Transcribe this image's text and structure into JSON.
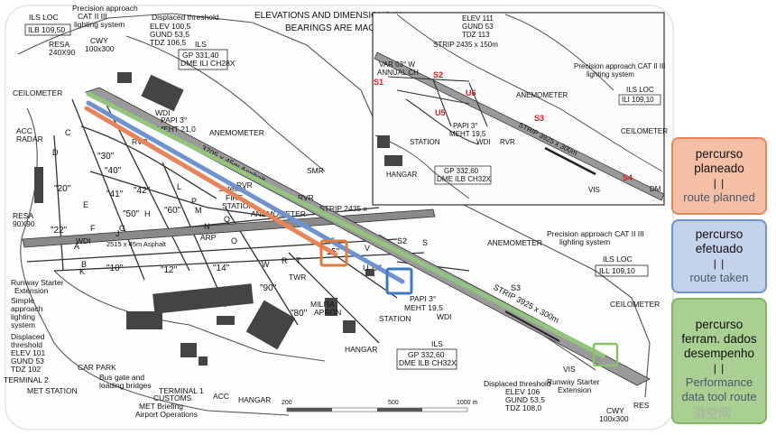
{
  "map": {
    "header": {
      "line1": "ELEVATIONS AND DIMENSIONS IN",
      "line2": "BEARINGS ARE MAGNET"
    },
    "labels": {
      "ils_loc_nw": "ILS LOC",
      "ils_loc_nw_freq": "ILB 109,50",
      "precision_approach_nw": "Precision approach",
      "precision_cat_nw": "CAT II  III",
      "precision_lighting_nw": "lighting system",
      "displaced_threshold_nw": "Displaced threshold",
      "elev_nw": "ELEV 100,5",
      "gund_nw": "GUND 53,5",
      "tdz_nw": "TDZ 106,5",
      "resa_nw": "RESA",
      "resa_nw_dim": "240X90",
      "cwy_nw": "CWY",
      "cwy_nw_dim": "100x300",
      "ils_gp_nw": "ILS",
      "ils_gp_nw_freq": "GP 331,40",
      "ils_dme_nw": "DME ILI CH28X",
      "ceilometer_nw": "CEILOMETER",
      "acc_radar": "ACC",
      "acc_radar2": "RADAR",
      "wdi_nw": "WDI",
      "papi_nw": "PAPI 3°",
      "meht_nw": "MEHT 21,0",
      "anemometer_nw": "ANEMOMETER",
      "rwy_main": "3705 x 45m Asphalt",
      "satellite": "Satellite",
      "fire_station": "FIRE",
      "fire_station2": "STATION",
      "anemometer_mid": "ANEMOMETER",
      "smr": "SMR",
      "rvr_1": "RVR",
      "rvr_2": "RVR",
      "rvr_3": "RVR",
      "strip_main": "STRIP 2435 x",
      "resa_w": "RESA",
      "resa_w_dim": "90X90",
      "wdi_w": "WDI",
      "arp": "ARP",
      "rwy_2": "2515 x 45m Asphalt",
      "runway_starter_w": "Runway Starter",
      "runway_starter_w2": "Extension",
      "simple_approach": "Simple",
      "simple_approach2": "approach",
      "simple_approach3": "lighting",
      "simple_approach4": "system",
      "displaced_threshold_sw": "Displaced",
      "displaced_threshold_sw2": "threshold",
      "elev_sw": "ELEV 101",
      "gund_sw": "GUND 53",
      "tdz_sw": "TDZ 102",
      "terminal_2": "TERMINAL 2",
      "car_park": "CAR PARK",
      "met_station": "MET STATION",
      "bus_gate": "Bus gate and",
      "bus_gate2": "loading bridges",
      "terminal_1": "TERMINAL 1",
      "customs": "CUSTOMS",
      "met_briefing": "MET Briefing",
      "airport_ops": "Airport Operations",
      "acc_s": "ACC",
      "hangar_s": "HANGAR",
      "twr": "TWR",
      "military_apron": "MILITA",
      "military_apron2": "APRON",
      "hangar_mid": "HANGAR",
      "papi_se": "PAPI 3°",
      "meht_se": "MEHT 19,5",
      "wdi_se": "WDI",
      "station_se": "STATION",
      "ils_gp_se": "ILS",
      "ils_gp_se_freq": "GP 332,60",
      "ils_dme_se": "DME ILB CH32X",
      "precision_approach_se": "Precision approach CAT II  III",
      "precision_lighting_se": "lighting system",
      "anemometer_se": "ANEMOMETER",
      "ils_loc_se": "ILS LOC",
      "ils_loc_se_freq": "ILL 109,10",
      "ceilometer_se": "CEILOMETER",
      "strip_se": "STRIP 3925 x 300m",
      "vis_se": "VIS",
      "displaced_threshold_se": "Displaced threshold",
      "elev_se": "ELEV 106",
      "gund_se": "GUND 53,5",
      "tdz_se": "TDZ 108,0",
      "runway_starter_se": "Runway Starter",
      "runway_starter_se2": "Extension",
      "cwy_se": "CWY",
      "cwy_se_dim": "100x300",
      "resa_se": "RES",
      "scale_a": "200",
      "scale_b": "500",
      "scale_c": "1000 m"
    },
    "inset": {
      "elev": "ELEV 111",
      "gund": "GUND 53",
      "tdz": "TDZ 113",
      "strip": "STRIP 2435 x 150m",
      "var": "VAR 03° W",
      "var2": "ANNUAL CH",
      "s1": "S1",
      "s2": "S2",
      "s3": "S3",
      "s4": "S4",
      "u5": "U5",
      "u6": "U6",
      "anemometer": "ANEMOMETER",
      "precision": "Precision approach CAT II  III",
      "precision2": "lighting system",
      "ils_loc": "ILS LOC",
      "ils_loc_freq": "ILI 109,10",
      "ceilometer": "CEILOMETER",
      "papi": "PAPI 3°",
      "meht": "MEHT 19,5",
      "wdi": "WDI",
      "rvr": "RVR",
      "station": "STATION",
      "hangar": "HANGAR",
      "gp": "GP 332,60",
      "dme": "DME ILB CH32X",
      "strip2": "STRIP 3925 x 300m",
      "vis": "VIS",
      "dm": "DM"
    },
    "overlay_labels": {
      "s2": "S2",
      "s3": "S3",
      "u5": "U5",
      "u6": "U6"
    },
    "taxiways": [
      "A",
      "B",
      "C",
      "D",
      "E",
      "F",
      "G",
      "H",
      "J",
      "K",
      "L",
      "M",
      "N",
      "O",
      "P",
      "Q",
      "R",
      "S",
      "T",
      "U",
      "V",
      "W"
    ],
    "stands": [
      "\"30\"",
      "\"40\"",
      "\"41\"",
      "\"42\"",
      "\"50\"",
      "\"60\"",
      "\"20\"",
      "\"22\"",
      "\"10\"",
      "\"12\"",
      "\"14\"",
      "\"15\"",
      "\"80\"",
      "\"90\""
    ]
  },
  "colors": {
    "planned": "#e8845a",
    "taken": "#6e93cf",
    "tool": "#93c47d"
  },
  "legend": {
    "planned": {
      "pt": "percurso planeado",
      "sep": "| |",
      "en": "route planned"
    },
    "taken": {
      "pt": "percurso efetuado",
      "sep": "| |",
      "en": "route taken"
    },
    "tool": {
      "pt": "percurso ferram. dados desempenho",
      "sep": "| |",
      "en": "Performance data tool route"
    }
  },
  "watermark": "道空网"
}
